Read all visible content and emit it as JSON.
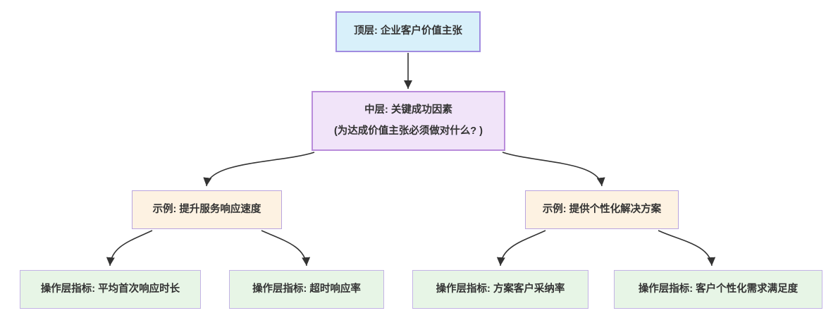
{
  "diagram": {
    "type": "flowchart-tree",
    "background_color": "#ffffff",
    "edge_color": "#333333",
    "text_color": "#333333",
    "nodes": [
      {
        "id": "top",
        "label": "顶层: 企业客户价值主张",
        "fill": "#d8f0fa",
        "border": "#a18ce0"
      },
      {
        "id": "mid",
        "label_line1": "中层: 关键成功因素",
        "label_line2": "(为达成价值主张必须做对什么? )",
        "fill": "#f1e4f9",
        "border": "#b98cdb"
      },
      {
        "id": "ex1",
        "label": "示例: 提升服务响应速度",
        "fill": "#fdf2e2",
        "border": "#b9a4de"
      },
      {
        "id": "ex2",
        "label": "示例: 提供个性化解决方案",
        "fill": "#fdf2e2",
        "border": "#b9a4de"
      },
      {
        "id": "m1",
        "label": "操作层指标: 平均首次响应时长",
        "fill": "#e7f5e6",
        "border": "#c3b3e5"
      },
      {
        "id": "m2",
        "label": "操作层指标: 超时响应率",
        "fill": "#e7f5e6",
        "border": "#c3b3e5"
      },
      {
        "id": "m3",
        "label": "操作层指标: 方案客户采纳率",
        "fill": "#e7f5e6",
        "border": "#c3b3e5"
      },
      {
        "id": "m4",
        "label": "操作层指标: 客户个性化需求满足度",
        "fill": "#e7f5e6",
        "border": "#c3b3e5"
      }
    ],
    "edges": [
      {
        "from": "top",
        "to": "mid"
      },
      {
        "from": "mid",
        "to": "ex1"
      },
      {
        "from": "mid",
        "to": "ex2"
      },
      {
        "from": "ex1",
        "to": "m1"
      },
      {
        "from": "ex1",
        "to": "m2"
      },
      {
        "from": "ex2",
        "to": "m3"
      },
      {
        "from": "ex2",
        "to": "m4"
      }
    ]
  }
}
